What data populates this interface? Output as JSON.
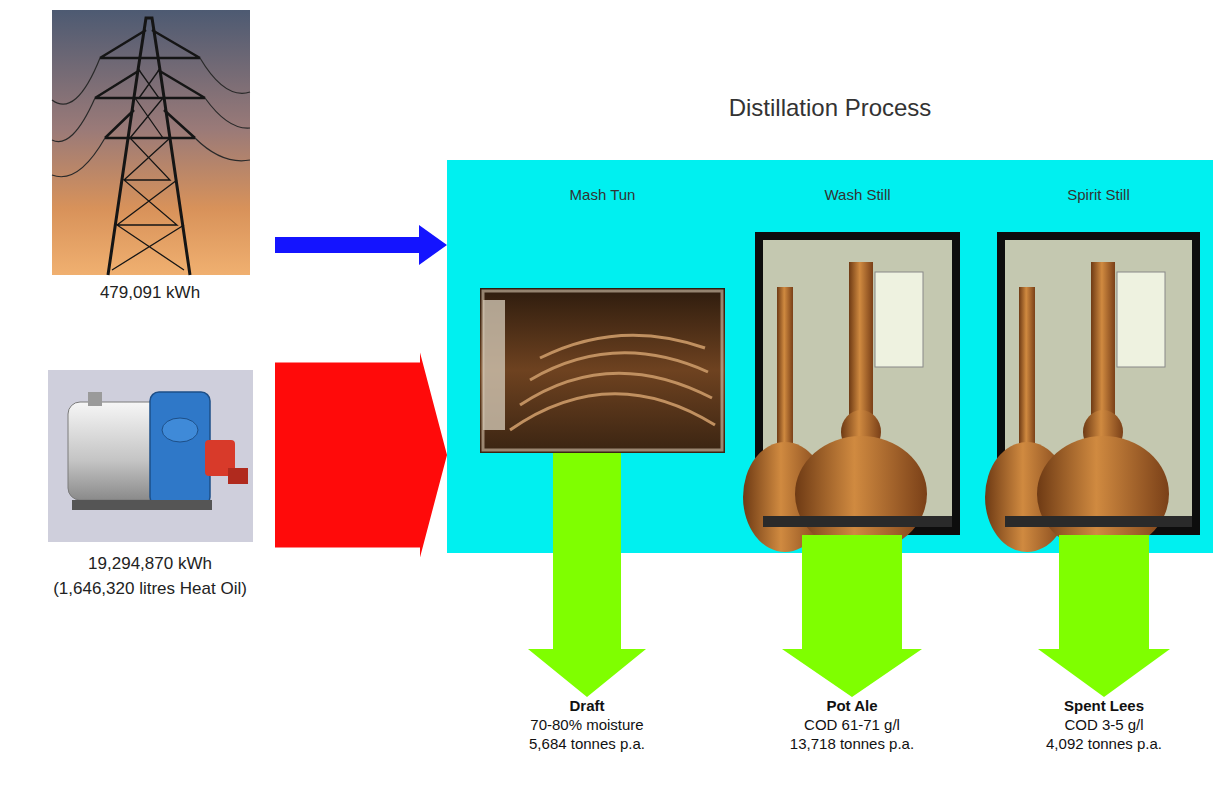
{
  "diagram": {
    "nodes": [
      {
        "text": [
          "479,091 kWh"
        ]
      },
      {
        "text": [
          "19,294,870 kWh",
          "(1,646,320 litres Heat Oil)"
        ]
      },
      {
        "text": [
          "Distillation Process"
        ]
      },
      {
        "text": [
          "Mash Tun"
        ],
        "in": 2
      },
      {
        "text": [
          "Wash Still"
        ],
        "in": 2
      },
      {
        "text": [
          "Spirit Still"
        ],
        "in": 2
      },
      {
        "text": [
          "Draft",
          "70-80% moisture",
          "5,684 tonnes p.a."
        ]
      },
      {
        "text": [
          "Pot Ale",
          "COD 61-71 g/l",
          "13,718 tonnes p.a."
        ]
      },
      {
        "text": [
          "Spent Lees",
          "COD 3-5 g/l",
          "4,092 tonnes p.a."
        ]
      }
    ],
    "edges": [
      {
        "from": 0,
        "to": 2,
        "arrow": "to"
      },
      {
        "from": 1,
        "to": 2,
        "arrow": "to"
      },
      {
        "from": 3,
        "to": 6,
        "arrow": "to"
      },
      {
        "from": 4,
        "to": 7,
        "arrow": "to"
      },
      {
        "from": 5,
        "to": 8,
        "arrow": "to"
      }
    ]
  }
}
